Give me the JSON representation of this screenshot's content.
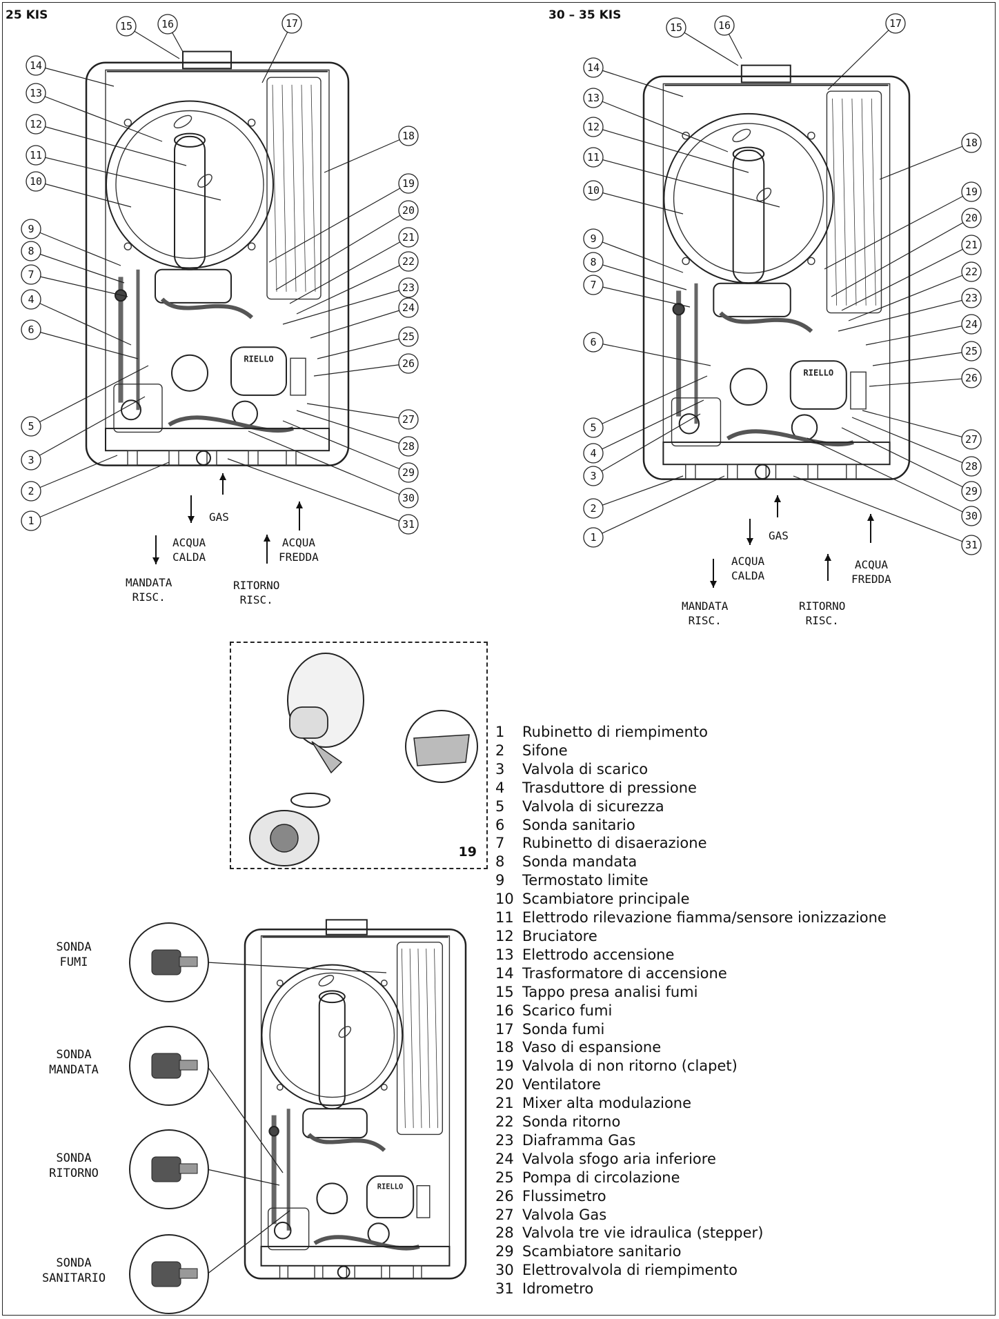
{
  "models": {
    "left": "25 KIS",
    "right": "30 – 35 KIS"
  },
  "flow_labels": {
    "gas": "GAS",
    "acqua_calda": [
      "ACQUA",
      "CALDA"
    ],
    "acqua_fredda": [
      "ACQUA",
      "FREDDA"
    ],
    "mandata": [
      "MANDATA",
      "RISC."
    ],
    "ritorno": [
      "RITORNO",
      "RISC."
    ]
  },
  "detail_number": "19",
  "callouts": [
    "1",
    "2",
    "3",
    "4",
    "5",
    "6",
    "7",
    "8",
    "9",
    "10",
    "11",
    "12",
    "13",
    "14",
    "15",
    "16",
    "17",
    "18",
    "19",
    "20",
    "21",
    "22",
    "23",
    "24",
    "25",
    "26",
    "27",
    "28",
    "29",
    "30",
    "31"
  ],
  "pump_badge": "RIELLO",
  "sensors": [
    [
      "SONDA",
      "FUMI"
    ],
    [
      "SONDA",
      "MANDATA"
    ],
    [
      "SONDA",
      "RITORNO"
    ],
    [
      "SONDA",
      "SANITARIO"
    ]
  ],
  "legend": [
    {
      "num": "1",
      "label": "Rubinetto di riempimento"
    },
    {
      "num": "2",
      "label": "Sifone"
    },
    {
      "num": "3",
      "label": "Valvola di scarico"
    },
    {
      "num": "4",
      "label": "Trasduttore di pressione"
    },
    {
      "num": "5",
      "label": "Valvola di sicurezza"
    },
    {
      "num": "6",
      "label": "Sonda sanitario"
    },
    {
      "num": "7",
      "label": "Rubinetto di disaerazione"
    },
    {
      "num": "8",
      "label": "Sonda mandata"
    },
    {
      "num": "9",
      "label": "Termostato limite"
    },
    {
      "num": "10",
      "label": "Scambiatore principale"
    },
    {
      "num": "11",
      "label": "Elettrodo rilevazione fiamma/sensore ionizzazione"
    },
    {
      "num": "12",
      "label": "Bruciatore"
    },
    {
      "num": "13",
      "label": "Elettrodo accensione"
    },
    {
      "num": "14",
      "label": "Trasformatore di accensione"
    },
    {
      "num": "15",
      "label": "Tappo presa analisi fumi"
    },
    {
      "num": "16",
      "label": "Scarico fumi"
    },
    {
      "num": "17",
      "label": "Sonda fumi"
    },
    {
      "num": "18",
      "label": "Vaso di espansione"
    },
    {
      "num": "19",
      "label": "Valvola di non ritorno (clapet)"
    },
    {
      "num": "20",
      "label": "Ventilatore"
    },
    {
      "num": "21",
      "label": "Mixer alta modulazione"
    },
    {
      "num": "22",
      "label": "Sonda ritorno"
    },
    {
      "num": "23",
      "label": "Diaframma Gas"
    },
    {
      "num": "24",
      "label": "Valvola sfogo aria inferiore"
    },
    {
      "num": "25",
      "label": "Pompa di circolazione"
    },
    {
      "num": "26",
      "label": "Flussimetro"
    },
    {
      "num": "27",
      "label": "Valvola Gas"
    },
    {
      "num": "28",
      "label": "Valvola tre vie idraulica (stepper)"
    },
    {
      "num": "29",
      "label": "Scambiatore sanitario"
    },
    {
      "num": "30",
      "label": "Elettrovalvola di riempimento"
    },
    {
      "num": "31",
      "label": "Idrometro"
    }
  ]
}
